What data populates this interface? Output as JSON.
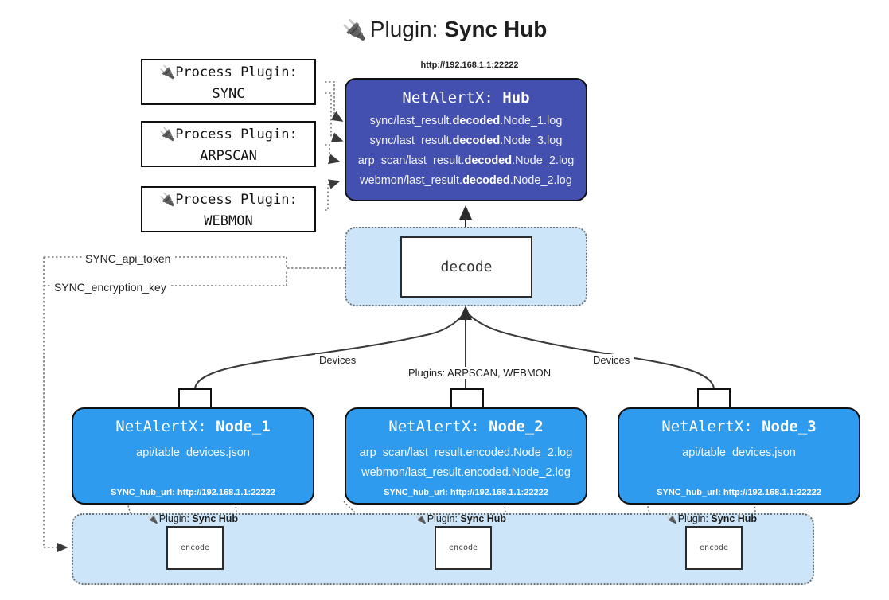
{
  "title": {
    "icon": "plug-icon",
    "prefix": "Plugin: ",
    "name": "Sync Hub"
  },
  "process_plugins": [
    {
      "icon": "plug-icon",
      "line1": "Process Plugin:",
      "line2": "SYNC"
    },
    {
      "icon": "plug-icon",
      "line1": "Process Plugin:",
      "line2": "ARPSCAN"
    },
    {
      "icon": "plug-icon",
      "line1": "Process Plugin:",
      "line2": "WEBMON"
    }
  ],
  "hub": {
    "url": "http://192.168.1.1:22222",
    "title_prefix": "NetAlertX: ",
    "title_name": "Hub",
    "lines": [
      {
        "pre": "sync/last_result.",
        "bold": "decoded",
        "post": ".Node_1.log"
      },
      {
        "pre": "sync/last_result.",
        "bold": "decoded",
        "post": ".Node_3.log"
      },
      {
        "pre": "arp_scan/last_result.",
        "bold": "decoded",
        "post": ".Node_2.log"
      },
      {
        "pre": "webmon/last_result.",
        "bold": "decoded",
        "post": ".Node_2.log"
      }
    ]
  },
  "decode": {
    "label": "decode"
  },
  "keys": {
    "api_token": "SYNC_api_token",
    "encryption_key": "SYNC_encryption_key"
  },
  "edges": {
    "devices_left": "Devices",
    "devices_right": "Devices",
    "plugins_mid": "Plugins: ARPSCAN, WEBMON"
  },
  "nodes": [
    {
      "title_prefix": "NetAlertX: ",
      "title_name": "Node_1",
      "lines": [
        "api/table_devices.json"
      ],
      "hub_url": "SYNC_hub_url: http://192.168.1.1:22222",
      "envelope_icon": "envelope-icon"
    },
    {
      "title_prefix": "NetAlertX: ",
      "title_name": "Node_2",
      "lines": [
        "arp_scan/last_result.encoded.Node_2.log",
        "webmon/last_result.encoded.Node_2.log"
      ],
      "hub_url": "SYNC_hub_url: http://192.168.1.1:22222",
      "envelope_icon": "envelope-icon"
    },
    {
      "title_prefix": "NetAlertX: ",
      "title_name": "Node_3",
      "lines": [
        "api/table_devices.json"
      ],
      "hub_url": "SYNC_hub_url: http://192.168.1.1:22222",
      "envelope_icon": "envelope-icon"
    }
  ],
  "encoders": [
    {
      "caption_icon": "plug-icon",
      "caption_prefix": "Plugin: ",
      "caption_name": "Sync Hub",
      "label": "encode"
    },
    {
      "caption_icon": "plug-icon",
      "caption_prefix": "Plugin: ",
      "caption_name": "Sync Hub",
      "label": "encode"
    },
    {
      "caption_icon": "plug-icon",
      "caption_prefix": "Plugin: ",
      "caption_name": "Sync Hub",
      "label": "encode"
    }
  ],
  "colors": {
    "hub_fill": "#4350b0",
    "node_fill": "#2e9bef",
    "zone_fill": "#cde5f8",
    "stroke": "#111111"
  }
}
